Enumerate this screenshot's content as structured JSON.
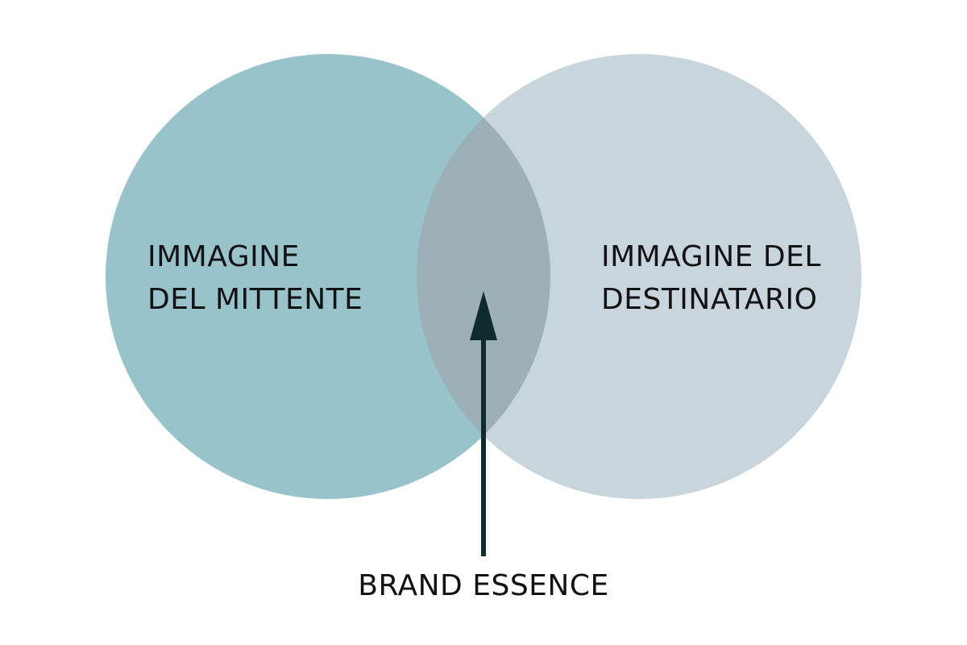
{
  "diagram": {
    "left_circle": {
      "label_line1": "IMMAGINE",
      "label_line2": "DEL MITTENTE",
      "color": "#99c3cb"
    },
    "right_circle": {
      "label_line1": "IMMAGINE DEL",
      "label_line2": "DESTINATARIO",
      "color": "#c8d5dc"
    },
    "overlap": {
      "color": "#9dafb7"
    },
    "pointer": {
      "label": "BRAND ESSENCE",
      "color": "#0f2a30"
    }
  }
}
